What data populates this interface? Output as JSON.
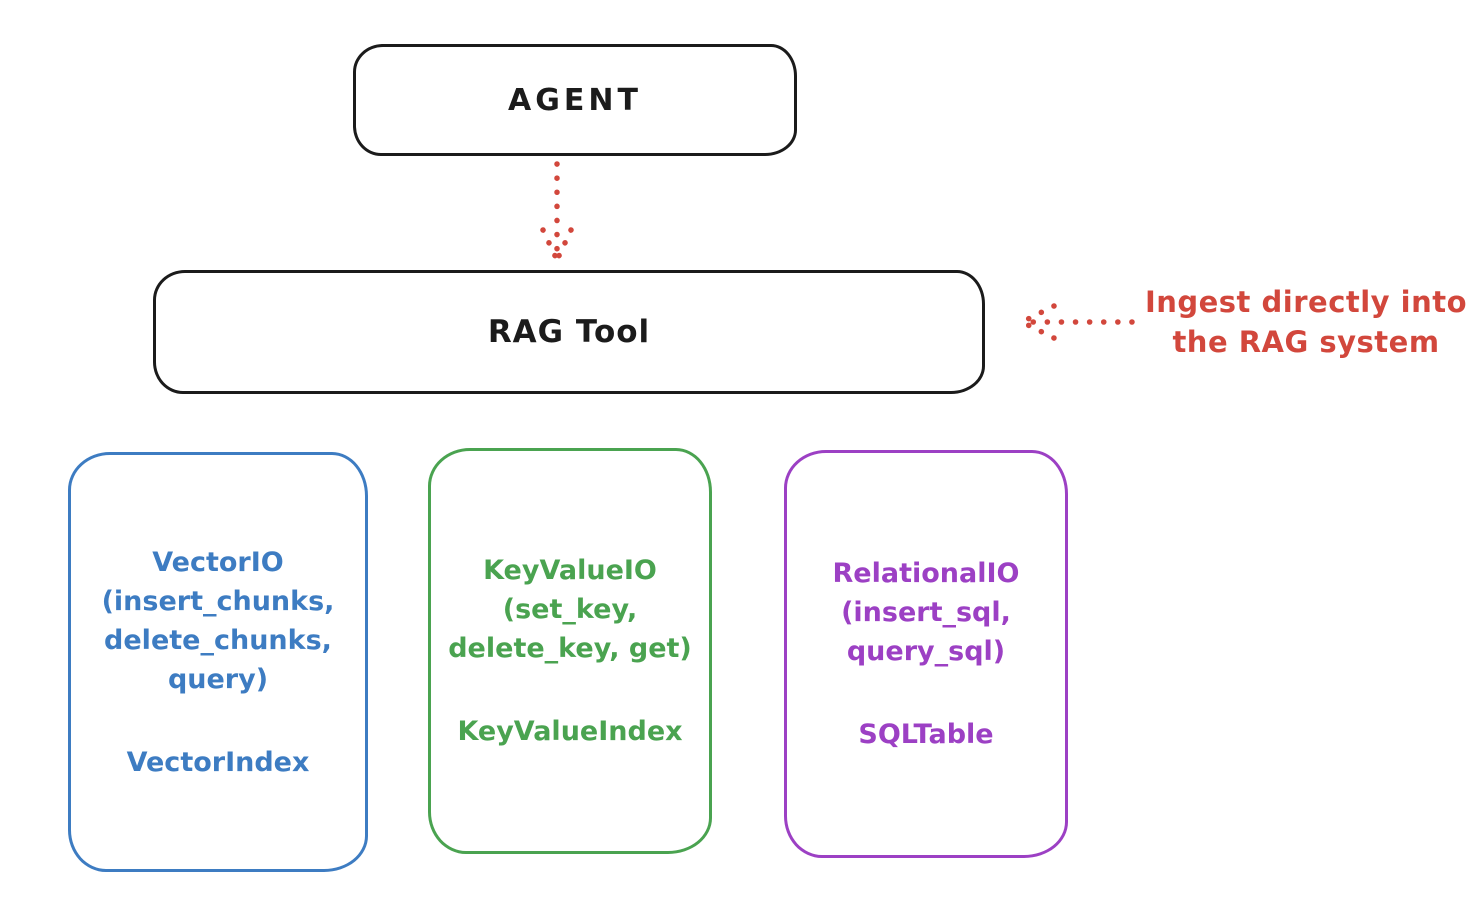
{
  "agent_box": {
    "label": "AGENT"
  },
  "rag_tool_box": {
    "label": "RAG Tool"
  },
  "annotation": {
    "text": [
      "Ingest directly into",
      "the RAG system"
    ]
  },
  "storage_boxes": [
    {
      "id": "vector-io",
      "api": [
        "VectorIO",
        "(insert_chunks,",
        "delete_chunks,",
        "query)"
      ],
      "index": "VectorIndex",
      "color": "#3d7cc2"
    },
    {
      "id": "keyvalue-io",
      "api": [
        "KeyValueIO",
        "(set_key,",
        "delete_key, get)"
      ],
      "index": "KeyValueIndex",
      "color": "#4aa350"
    },
    {
      "id": "relational-io",
      "api": [
        "RelationalIO",
        "(insert_sql,",
        "query_sql)"
      ],
      "index": "SQLTable",
      "color": "#9c40c4"
    }
  ],
  "palette": {
    "ink": "#1b1b1b",
    "accent_red": "#d2473c",
    "blue": "#3d7cc2",
    "green": "#4aa350",
    "purple": "#9c40c4",
    "background": "#ffffff"
  }
}
